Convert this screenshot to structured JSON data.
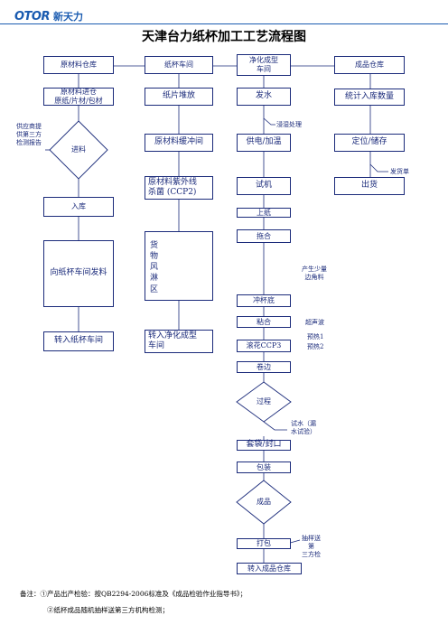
{
  "logo": {
    "latin": "OTOR",
    "chinese": "新天力"
  },
  "title": "天津台力纸杯加工工艺流程图",
  "columns": {
    "raw_warehouse": "原材料仓库",
    "cup_workshop": "纸杯车间",
    "clean_room": "净化成型\n车间",
    "finished_warehouse": "成品仓库"
  },
  "left_flow": {
    "material_in": "原材料进仓\n原纸/片材/包材",
    "supplier_note": "供应商提\n供第三方\n检测报告",
    "incoming": "进料",
    "storage": "入库",
    "issue_to_cup": "向纸杯车间发料",
    "transfer_cup": "转入纸杯车间"
  },
  "second_flow": {
    "sheet_stack": "纸片堆放",
    "buffer": "原材料缓冲间",
    "uv": "原材料紫外线\n杀菌 (CCP2)",
    "air_shower": [
      "货",
      "物",
      "风",
      "淋",
      "区"
    ],
    "transfer_clean": "转入净化成型\n车间"
  },
  "main_flow": {
    "dispatch_water": "发水",
    "wetting": "浸湿处理",
    "power_heat": "供电/加温",
    "trial": "试机",
    "load_paper": "上纸",
    "fan_form": "拖合",
    "scrap_note": "产生少量\n边角料",
    "punch_bottom": "冲杯底",
    "bond": "粘合",
    "ultrasonic": "超声波",
    "preheat1": "预热1",
    "knurl": "滚花CCP3",
    "preheat2": "预热2",
    "curl": "卷边",
    "process": "过程",
    "leak_test": "试水（漏\n水试验）",
    "bag_seal": "套袋/封口",
    "pack": "包装",
    "product": "成品",
    "box": "打包",
    "sample_note": "抽样送\n第\n三方检",
    "transfer_finished": "转入成品仓库"
  },
  "right_flow": {
    "count": "统计入库数量",
    "locate": "定位/储存",
    "delivery_note": "发货单",
    "ship": "出货"
  },
  "notes": {
    "line1": "备注：①产品出产检验：按QB2294-2006标准及《成品检验作业指导书》；",
    "line2": "②纸杯成品随机抽样送第三方机构检测；"
  }
}
